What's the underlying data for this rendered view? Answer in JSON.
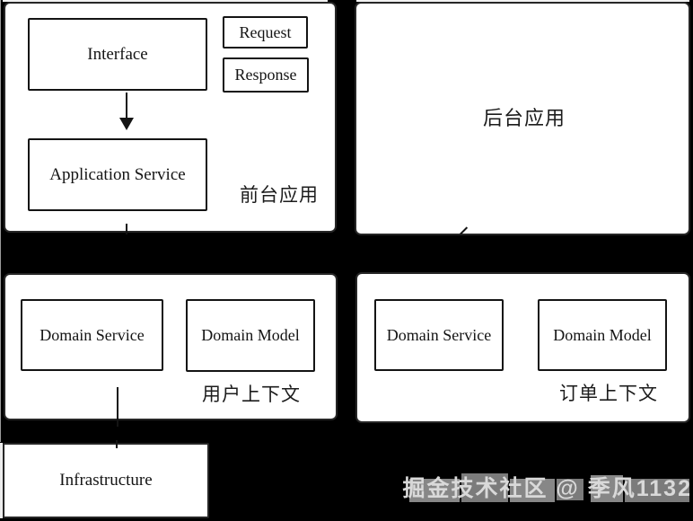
{
  "colors": {
    "canvas_bg": "#000000",
    "panel_bg": "#ffffff",
    "line": "#141414",
    "watermark_text": "#d9d9d9",
    "watermark_patch": "#878787"
  },
  "diagram": {
    "frontend_panel": {
      "label": "前台应用",
      "interface_box": "Interface",
      "request_box": "Request",
      "response_box": "Response",
      "application_service_box": "Application Service"
    },
    "backend_panel": {
      "label": "后台应用"
    },
    "user_context_panel": {
      "label": "用户上下文",
      "domain_service_box": "Domain Service",
      "domain_model_box": "Domain Model"
    },
    "order_context_panel": {
      "label": "订单上下文",
      "domain_service_box": "Domain Service",
      "domain_model_box": "Domain Model"
    },
    "infrastructure_box": "Infrastructure"
  },
  "watermark": {
    "text": "掘金技术社区 @ 季风1132"
  }
}
